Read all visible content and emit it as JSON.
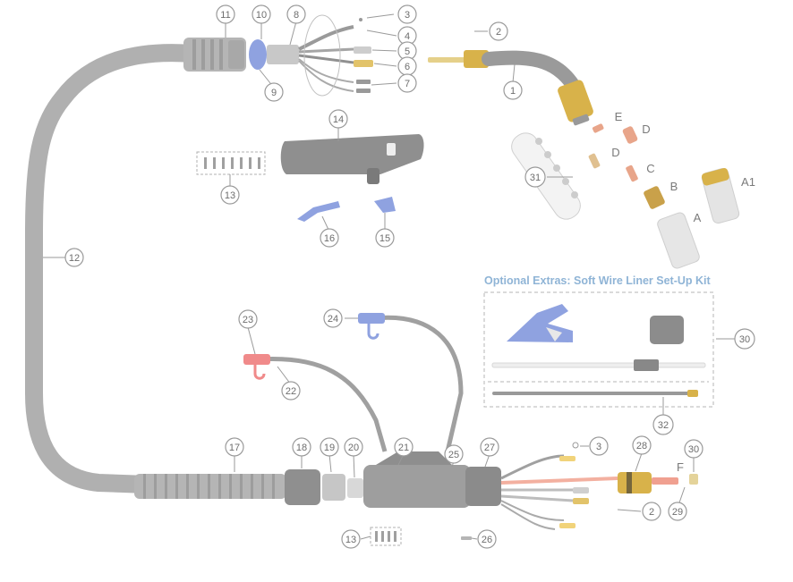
{
  "callouts": [
    {
      "id": "c1",
      "label": "1"
    },
    {
      "id": "c2a",
      "label": "2"
    },
    {
      "id": "c2b",
      "label": "2"
    },
    {
      "id": "c3a",
      "label": "3"
    },
    {
      "id": "c3b",
      "label": "3"
    },
    {
      "id": "c4",
      "label": "4"
    },
    {
      "id": "c5",
      "label": "5"
    },
    {
      "id": "c6",
      "label": "6"
    },
    {
      "id": "c7",
      "label": "7"
    },
    {
      "id": "c8",
      "label": "8"
    },
    {
      "id": "c9",
      "label": "9"
    },
    {
      "id": "c10",
      "label": "10"
    },
    {
      "id": "c11",
      "label": "11"
    },
    {
      "id": "c12",
      "label": "12"
    },
    {
      "id": "c13a",
      "label": "13"
    },
    {
      "id": "c13b",
      "label": "13"
    },
    {
      "id": "c14",
      "label": "14"
    },
    {
      "id": "c15",
      "label": "15"
    },
    {
      "id": "c16",
      "label": "16"
    },
    {
      "id": "c17",
      "label": "17"
    },
    {
      "id": "c18",
      "label": "18"
    },
    {
      "id": "c19",
      "label": "19"
    },
    {
      "id": "c20",
      "label": "20"
    },
    {
      "id": "c21",
      "label": "21"
    },
    {
      "id": "c22",
      "label": "22"
    },
    {
      "id": "c23",
      "label": "23"
    },
    {
      "id": "c24",
      "label": "24"
    },
    {
      "id": "c25",
      "label": "25"
    },
    {
      "id": "c26",
      "label": "26"
    },
    {
      "id": "c27",
      "label": "27"
    },
    {
      "id": "c28",
      "label": "28"
    },
    {
      "id": "c29",
      "label": "29"
    },
    {
      "id": "c30a",
      "label": "30"
    },
    {
      "id": "c30b",
      "label": "30"
    },
    {
      "id": "c31",
      "label": "31"
    },
    {
      "id": "c32",
      "label": "32"
    }
  ],
  "letters": {
    "A": "A",
    "A1": "A1",
    "B": "B",
    "C": "C",
    "D1": "D",
    "D2": "D",
    "E": "E",
    "F": "F"
  },
  "optional_extras_title": "Optional Extras: Soft Wire Liner Set-Up Kit",
  "colors": {
    "hose": "#b0b0b0",
    "blue_accent": "#8fa2e0",
    "red_accent": "#f08a8a",
    "brass": "#d8b24a",
    "title_blue": "#8fb4d6"
  }
}
